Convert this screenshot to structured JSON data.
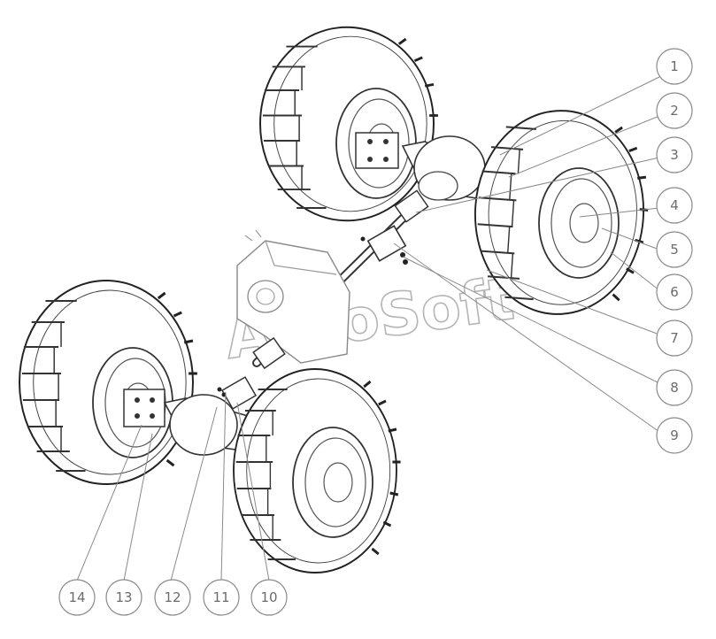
{
  "diagram": {
    "watermark": "AutoSoft",
    "callouts_right": [
      "1",
      "2",
      "3",
      "4",
      "5",
      "6",
      "7",
      "8",
      "9"
    ],
    "callouts_bottom": [
      "14",
      "13",
      "12",
      "11",
      "10"
    ]
  }
}
